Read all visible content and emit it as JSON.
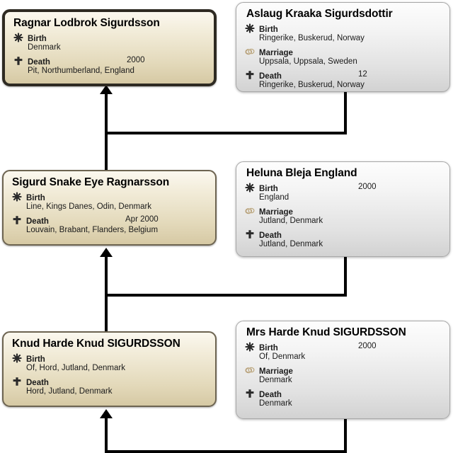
{
  "chart": {
    "type": "genealogy-pedigree-chart",
    "generations": 3,
    "icons": {
      "birth": "birth-asterisk-icon",
      "marriage": "marriage-rings-icon",
      "death": "death-cross-icon"
    },
    "colors": {
      "male_card_fill_top": "#fbf8ef",
      "male_card_fill_bottom": "#d6c9a4",
      "male_card_border": "#2e2a22",
      "female_card_fill_top": "#fdfdfd",
      "female_card_fill_bottom": "#d2d2d2",
      "female_card_border": "#a8a8a8",
      "connector": "#000000",
      "background": "#ffffff"
    },
    "labels": {
      "birth": "Birth",
      "marriage": "Marriage",
      "death": "Death"
    }
  },
  "people": [
    {
      "id": "ragnar",
      "name": "Ragnar Lodbrok Sigurdsson",
      "sex": "male",
      "selected": true,
      "facts": [
        {
          "type": "birth",
          "label": "Birth",
          "date": "",
          "place": "Denmark"
        },
        {
          "type": "death",
          "label": "Death",
          "date": "2000",
          "place": "Pit, Northumberland, England"
        }
      ]
    },
    {
      "id": "aslaug",
      "name": "Aslaug Kraaka Sigurdsdottir",
      "sex": "female",
      "selected": false,
      "facts": [
        {
          "type": "birth",
          "label": "Birth",
          "date": "",
          "place": "Ringerike, Buskerud, Norway"
        },
        {
          "type": "marriage",
          "label": "Marriage",
          "date": "",
          "place": "Uppsala, Uppsala, Sweden"
        },
        {
          "type": "death",
          "label": "Death",
          "date": "12",
          "place": "Ringerike, Buskerud, Norway"
        }
      ]
    },
    {
      "id": "sigurd",
      "name": "Sigurd Snake Eye Ragnarsson",
      "sex": "male",
      "selected": false,
      "facts": [
        {
          "type": "birth",
          "label": "Birth",
          "date": "",
          "place": "Line, Kings Danes, Odin, Denmark"
        },
        {
          "type": "death",
          "label": "Death",
          "date": "Apr 2000",
          "place": "Louvain, Brabant, Flanders, Belgium"
        }
      ]
    },
    {
      "id": "heluna",
      "name": "Heluna Bleja England",
      "sex": "female",
      "selected": false,
      "facts": [
        {
          "type": "birth",
          "label": "Birth",
          "date": "2000",
          "place": "England"
        },
        {
          "type": "marriage",
          "label": "Marriage",
          "date": "",
          "place": "Jutland, Denmark"
        },
        {
          "type": "death",
          "label": "Death",
          "date": "",
          "place": "Jutland, Denmark"
        }
      ]
    },
    {
      "id": "knud",
      "name": "Knud Harde Knud SIGURDSSON",
      "sex": "male",
      "selected": false,
      "facts": [
        {
          "type": "birth",
          "label": "Birth",
          "date": "",
          "place": "Of, Hord, Jutland, Denmark"
        },
        {
          "type": "death",
          "label": "Death",
          "date": "",
          "place": "Hord, Jutland, Denmark"
        }
      ]
    },
    {
      "id": "mrs-knud",
      "name": "Mrs Harde Knud SIGURDSSON",
      "sex": "female",
      "selected": false,
      "facts": [
        {
          "type": "birth",
          "label": "Birth",
          "date": "2000",
          "place": "Of, Denmark"
        },
        {
          "type": "marriage",
          "label": "Marriage",
          "date": "",
          "place": "Denmark"
        },
        {
          "type": "death",
          "label": "Death",
          "date": "",
          "place": "Denmark"
        }
      ]
    }
  ]
}
